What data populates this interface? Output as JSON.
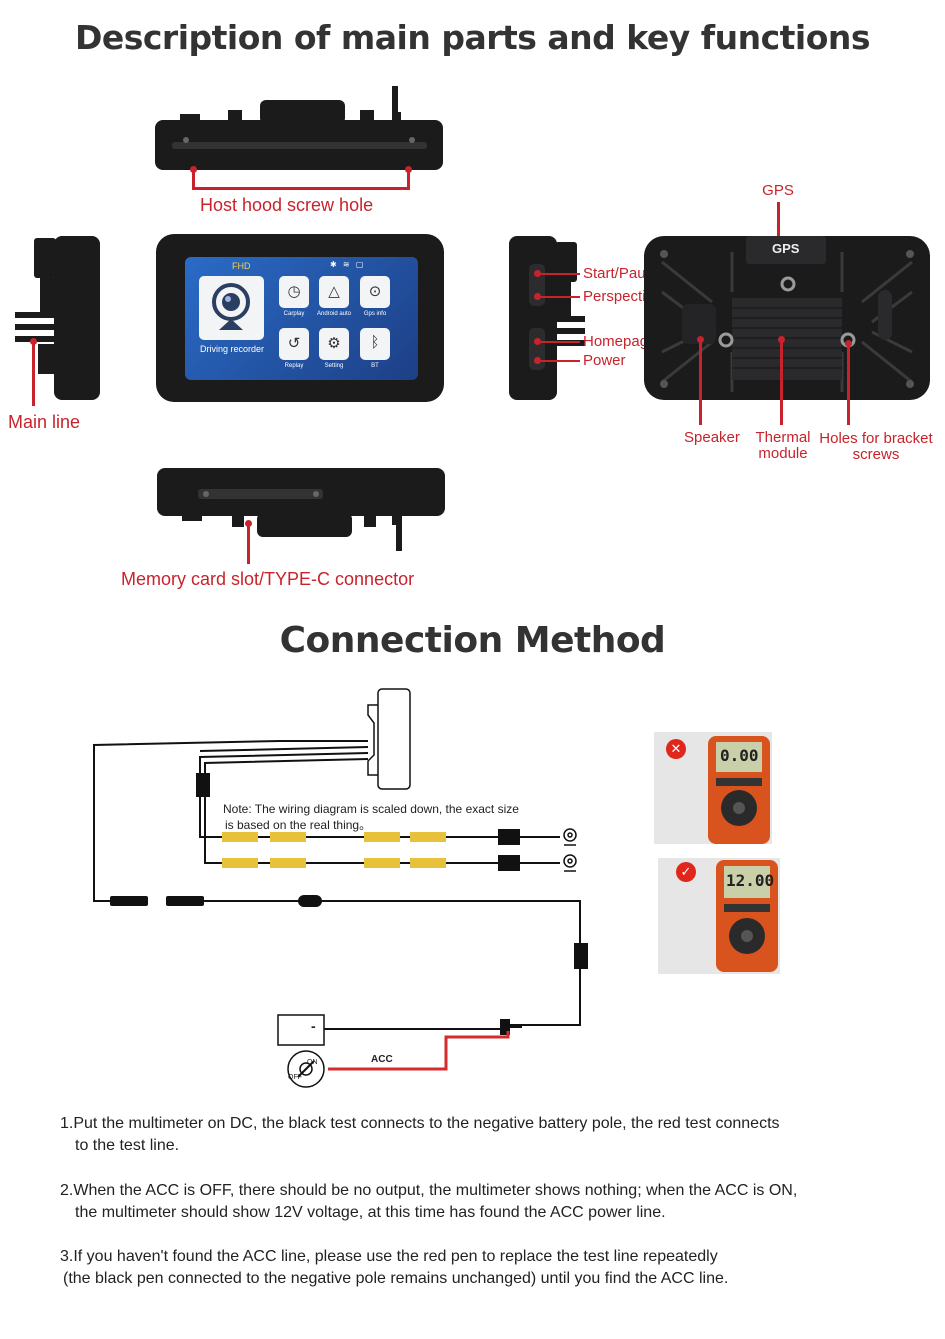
{
  "headings": {
    "parts": "Description of main parts and key functions",
    "connection": "Connection Method"
  },
  "callouts": {
    "host_hood": "Host hood screw hole",
    "main_line": "Main line",
    "memory_slot": "Memory card slot/TYPE-C connector",
    "gps": "GPS",
    "gps_module": "GPS",
    "start_pause": "Start/Pause",
    "perspective": "Perspective switch",
    "homepage": "Homepage",
    "power": "Power",
    "speaker": "Speaker",
    "thermal_1": "Thermal",
    "thermal_2": "module",
    "holes_1": "Holes for bracket",
    "holes_2": "screws"
  },
  "screen": {
    "fhd": "FHD",
    "main_app": "Driving recorder",
    "apps": [
      {
        "icon": "play-circle-icon",
        "label": "Carplay"
      },
      {
        "icon": "navigation-arrow-icon",
        "label": "Android auto"
      },
      {
        "icon": "map-pin-icon",
        "label": "Gps info"
      },
      {
        "icon": "replay-icon",
        "label": "Replay"
      },
      {
        "icon": "gear-icon",
        "label": "Setting"
      },
      {
        "icon": "bluetooth-icon",
        "label": "BT"
      }
    ]
  },
  "wiring": {
    "note_1": "Note: The wiring diagram is scaled down, the exact size",
    "note_2": "is based on the real thing。",
    "acc": "ACC",
    "switch_on": "ON",
    "switch_off": "OFF",
    "battery_neg": "-"
  },
  "multimeter": {
    "wrong_reading": "0.00",
    "right_reading": "12.00",
    "wrong_icon": "x-icon",
    "right_icon": "check-icon"
  },
  "steps": [
    {
      "line1": "1.Put the multimeter on DC, the black test connects to the negative battery pole, the red test connects",
      "line2": "to the test line."
    },
    {
      "line1": "2.When the ACC is OFF, there should be no output, the multimeter shows nothing; when the ACC is ON,",
      "line2": "the multimeter should show 12V voltage,  at this time has found the ACC power line."
    },
    {
      "line1": "3.If you haven't found the ACC line, please use the red pen to replace the test line repeatedly",
      "line2": "(the black pen connected to the negative pole remains unchanged) until you find the ACC line."
    }
  ],
  "colors": {
    "accent_red": "#c8232c",
    "device": "#1b1b1c",
    "connector_yellow": "#e8c13a"
  }
}
